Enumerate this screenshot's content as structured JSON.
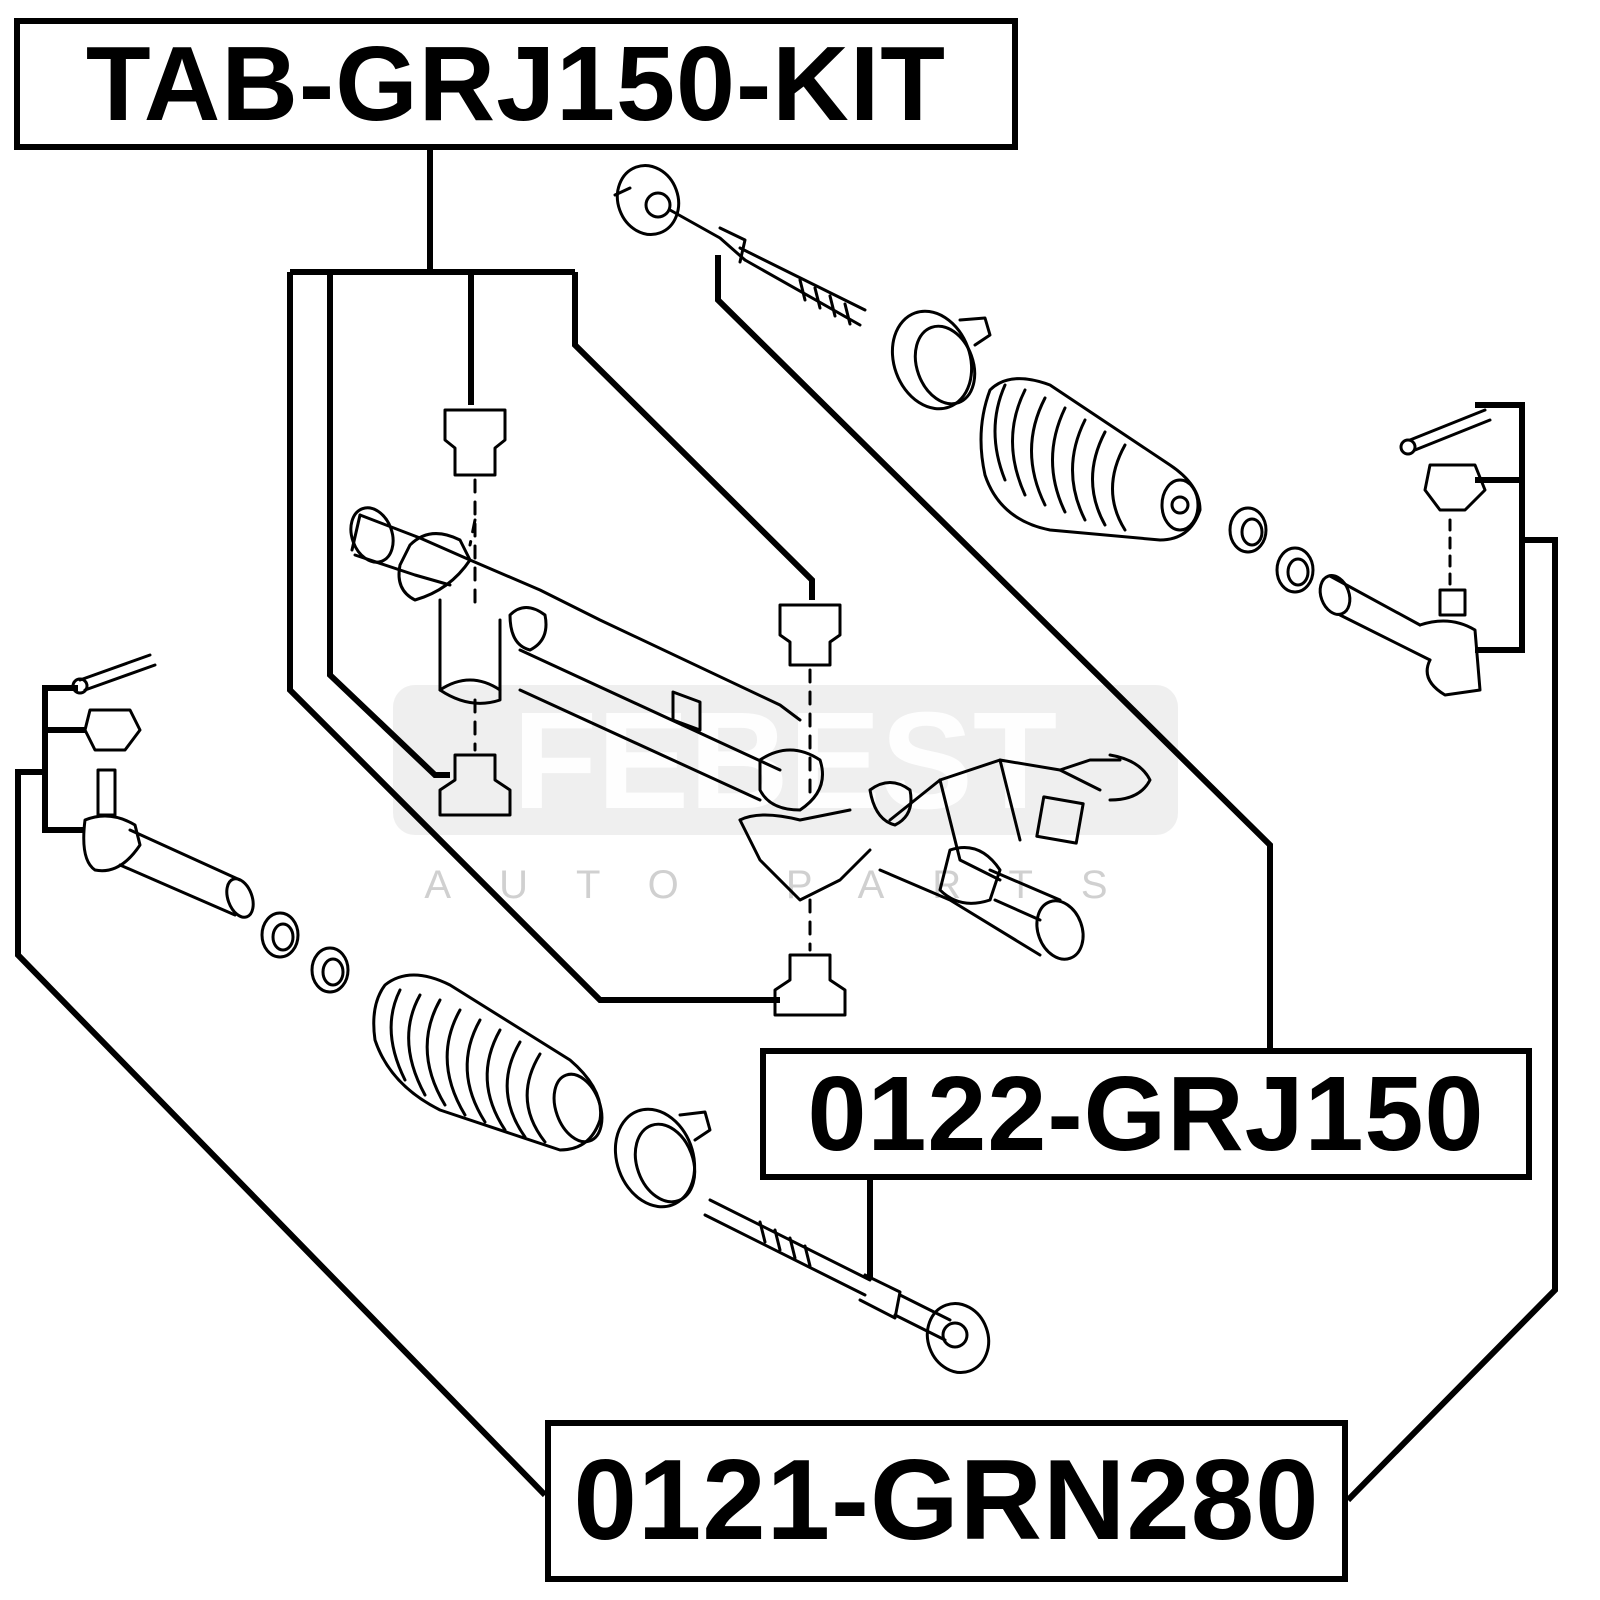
{
  "labels": {
    "kit": "TAB-GRJ150-KIT",
    "tie_rod": "0122-GRJ150",
    "tie_rod_end": "0121-GRN280"
  },
  "watermark": {
    "brand": "FEBEST",
    "tagline": "AUTO PARTS"
  },
  "colors": {
    "line": "#000000",
    "watermark": "#d4d4d4",
    "background": "#ffffff"
  }
}
